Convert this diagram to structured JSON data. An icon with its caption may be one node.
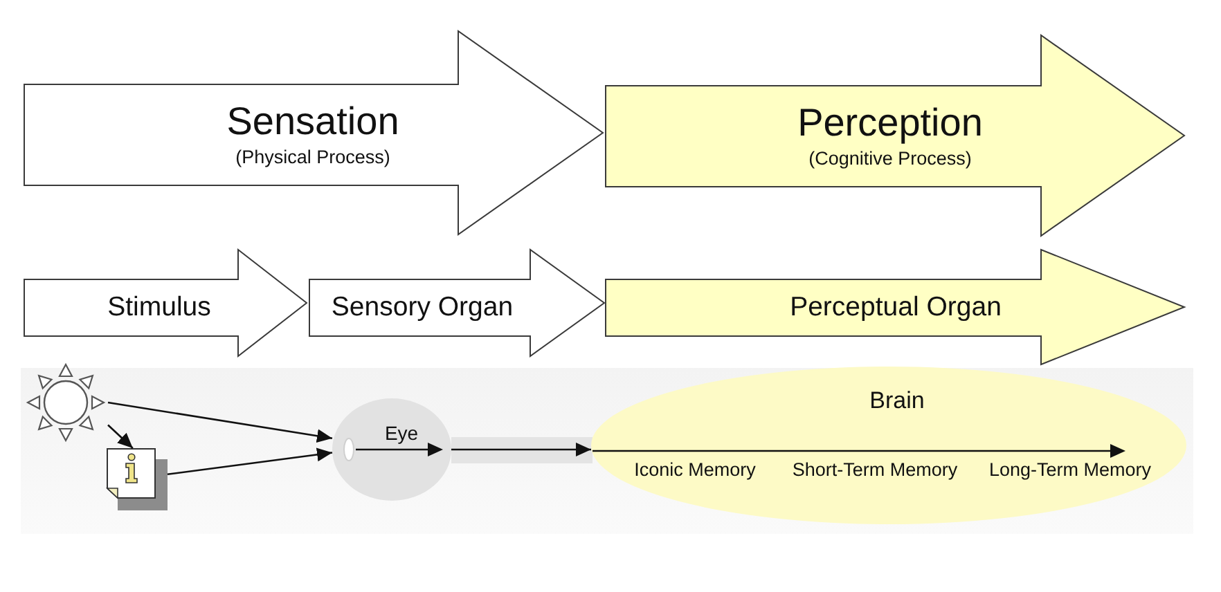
{
  "diagram": {
    "nodes": [
      {
        "text": [
          "Sensation",
          "(Physical Process)"
        ]
      },
      {
        "text": [
          "Perception",
          "(Cognitive Process)"
        ]
      },
      {
        "text": [
          "Stimulus"
        ]
      },
      {
        "text": [
          "Sensory Organ"
        ]
      },
      {
        "text": [
          "Perceptual Organ"
        ]
      },
      {
        "text": [],
        "shape": "picture"
      },
      {
        "text": [],
        "shape": "picture"
      },
      {
        "text": [
          "Eye"
        ]
      },
      {
        "text": [
          "Brain",
          "Iconic Memory",
          "Short-Term Memory",
          "Long-Term Memory"
        ]
      }
    ],
    "edges": [
      {
        "from": 5,
        "to": 7,
        "arrow": "to"
      },
      {
        "from": 5,
        "to": 6,
        "arrow": "to"
      },
      {
        "from": 6,
        "to": 7,
        "arrow": "to"
      },
      {
        "from": 7,
        "to": 8,
        "arrow": "to"
      }
    ]
  }
}
